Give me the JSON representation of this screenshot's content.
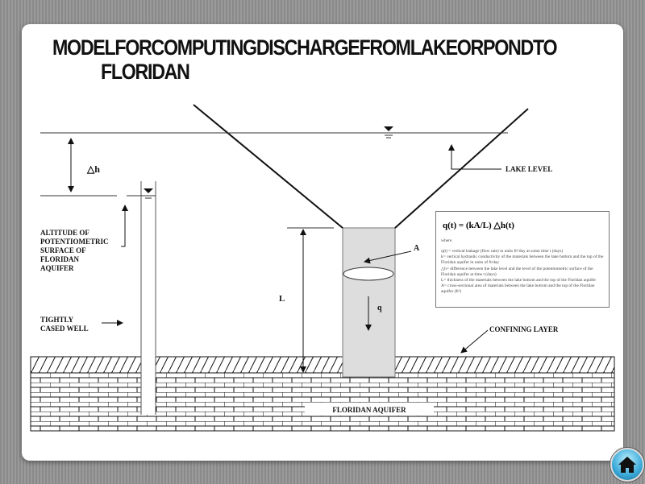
{
  "title": {
    "line1": "MODELFORCOMPUTINGDISCHARGEFROMLAKEORPONDTO",
    "line2": "FLORIDAN"
  },
  "labels": {
    "delta_h": "△h",
    "altitude": [
      "ALTITUDE OF",
      "POTENTIOMETRIC",
      "SURFACE OF",
      "FLORIDAN",
      "AQUIFER"
    ],
    "well": [
      "TIGHTLY",
      "CASED WELL"
    ],
    "lake_level": "LAKE LEVEL",
    "L": "L",
    "A": "A",
    "q": "q",
    "confining_layer": "CONFINING LAYER",
    "floridan_aquifer": "FLORIDAN AQUIFER"
  },
  "formula": {
    "equation": "q(t) = (kA/L) △h(t)",
    "where": "where",
    "definitions": [
      "q(t) = vertical leakage (flow rate) in units ft³/day at some time t (days)",
      "k= vertical hydraulic conductivity of the materials between the lake bottom and the top of the Floridan aquifer in units of ft/day",
      "△h= difference between the lake level and the level of the potentiometric surface of the Floridan aquifer at time t (days)",
      "L= thickness of the materials between the lake bottom and the top of the Floridan aquifer",
      "A= cross-sectional area of materials between the lake bottom and the top of the Floridan aquifer (ft²)"
    ]
  },
  "nav": {
    "home_icon": "home-icon"
  }
}
